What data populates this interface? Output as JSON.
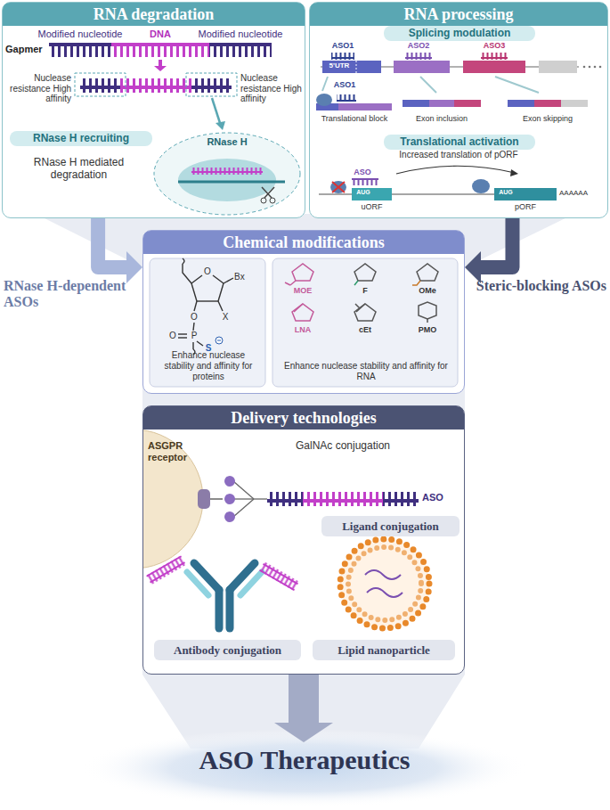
{
  "diagram": {
    "nodes": [
      {
        "text": [
          "RNA degradation"
        ]
      },
      {
        "text": [
          "RNase H recruiting"
        ],
        "in": 0
      },
      {
        "text": [
          "RNA processing"
        ]
      },
      {
        "text": [
          "Splicing modulation"
        ],
        "in": 2
      },
      {
        "text": [
          "Translational activation"
        ],
        "in": 2
      },
      {
        "text": [
          "Chemical modifications"
        ]
      },
      {
        "text": [
          "Enhance nuclease stability and affinity for proteins"
        ],
        "in": 5
      },
      {
        "text": [
          "Enhance nuclease stability and affinity for RNA"
        ],
        "in": 5
      },
      {
        "text": [
          "Delivery technologies"
        ]
      },
      {
        "text": [
          "Ligand conjugation"
        ],
        "in": 8
      },
      {
        "text": [
          "Antibody conjugation"
        ],
        "in": 8
      },
      {
        "text": [
          "Lipid nanoparticle"
        ],
        "in": 8
      },
      {
        "text": [
          "ASO Therapeutics"
        ]
      }
    ],
    "edges": [
      {
        "from": 0,
        "to": 5,
        "arrow": "to",
        "label": "RNase H-dependent ASOs"
      },
      {
        "from": 2,
        "to": 5,
        "arrow": "to",
        "label": "Steric-blocking ASOs"
      },
      {
        "from": 8,
        "to": 12,
        "arrow": "to"
      }
    ],
    "labels": [
      "Modified nucleotide",
      "DNA",
      "Modified nucleotide",
      "Gapmer",
      "Nuclease resistance High affinity",
      "Nuclease resistance High affinity",
      "RNase H",
      "RNase H mediated degradation",
      "ASO1",
      "ASO2",
      "ASO3",
      "5'UTR",
      "ASO1",
      "Translational block",
      "Exon inclusion",
      "Exon skipping",
      "Increased translation of pORF",
      "ASO",
      "AUG",
      "uORF",
      "AUG",
      "pORF",
      "AAAAAA",
      "Bx",
      "X",
      "O",
      "O",
      "O",
      "P",
      "S",
      "MOE",
      "F",
      "OMe",
      "LNA",
      "cEt",
      "PMO",
      "ASGPR receptor",
      "GalNAc conjugation",
      "ASO"
    ]
  }
}
